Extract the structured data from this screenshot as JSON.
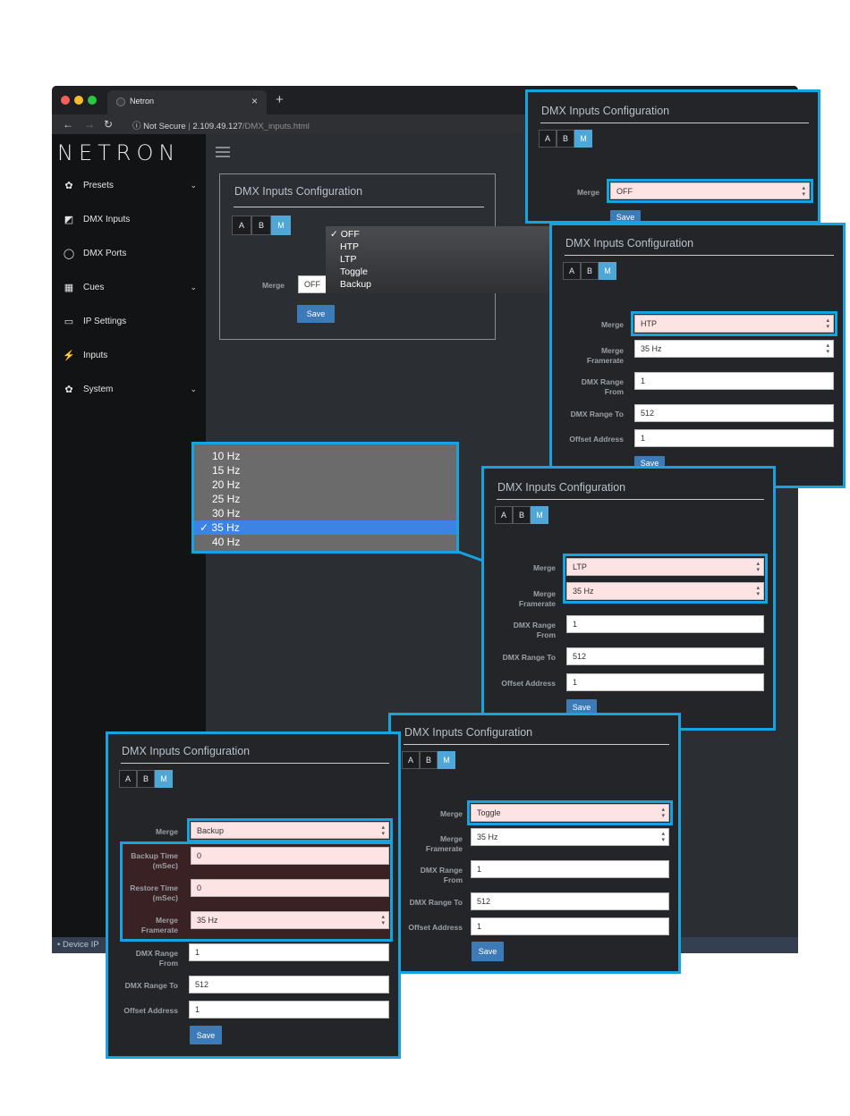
{
  "browser": {
    "tab_title": "Netron",
    "tab_close": "×",
    "new_tab": "+",
    "security": "Not Secure",
    "url_host": "2.109.49.127",
    "url_path": "/DMX_inputs.html",
    "traffic_colors": [
      "#fc5f57",
      "#fdbc2e",
      "#28c840"
    ]
  },
  "app": {
    "logo": "NETRON",
    "device_footer": "Device IP"
  },
  "sidebar": {
    "items": [
      {
        "label": "Presets",
        "icon": "gear-icon",
        "caret": true
      },
      {
        "label": "DMX Inputs",
        "icon": "edit-icon",
        "caret": false
      },
      {
        "label": "DMX Ports",
        "icon": "circle-icon",
        "caret": false
      },
      {
        "label": "Cues",
        "icon": "film-icon",
        "caret": true
      },
      {
        "label": "IP Settings",
        "icon": "laptop-icon",
        "caret": false
      },
      {
        "label": "Inputs",
        "icon": "plug-icon",
        "caret": false
      },
      {
        "label": "System",
        "icon": "gear-icon",
        "caret": true
      }
    ]
  },
  "config": {
    "title": "DMX Inputs Configuration",
    "tabs": [
      "A",
      "B",
      "M"
    ],
    "active_tab": "M",
    "labels": {
      "merge": "Merge",
      "framerate": "Merge Framerate",
      "range_from": "DMX Range From",
      "range_to": "DMX Range To",
      "offset": "Offset Address",
      "backup_time": "Backup Time (mSec)",
      "restore_time": "Restore Time (mSec)"
    },
    "save_label": "Save",
    "highlight_color": "#16a3e0"
  },
  "main_card": {
    "merge_value": "OFF"
  },
  "merge_dropdown": {
    "options": [
      "OFF",
      "HTP",
      "LTP",
      "Toggle",
      "Backup"
    ],
    "selected": "OFF",
    "check": "✓"
  },
  "framerate_dropdown": {
    "options": [
      "10 Hz",
      "15 Hz",
      "20 Hz",
      "25 Hz",
      "30 Hz",
      "35 Hz",
      "40 Hz"
    ],
    "selected": "35 Hz",
    "check": "✓"
  },
  "off_card": {
    "merge": "OFF"
  },
  "htp_card": {
    "merge": "HTP",
    "framerate": "35 Hz",
    "range_from": "1",
    "range_to": "512",
    "offset": "1"
  },
  "ltp_card": {
    "merge": "LTP",
    "framerate": "35 Hz",
    "range_from": "1",
    "range_to": "512",
    "offset": "1"
  },
  "toggle_card": {
    "merge": "Toggle",
    "framerate": "35 Hz",
    "range_from": "1",
    "range_to": "512",
    "offset": "1"
  },
  "backup_card": {
    "merge": "Backup",
    "backup_time": "0",
    "restore_time": "0",
    "framerate": "35 Hz",
    "range_from": "1",
    "range_to": "512",
    "offset": "1"
  }
}
